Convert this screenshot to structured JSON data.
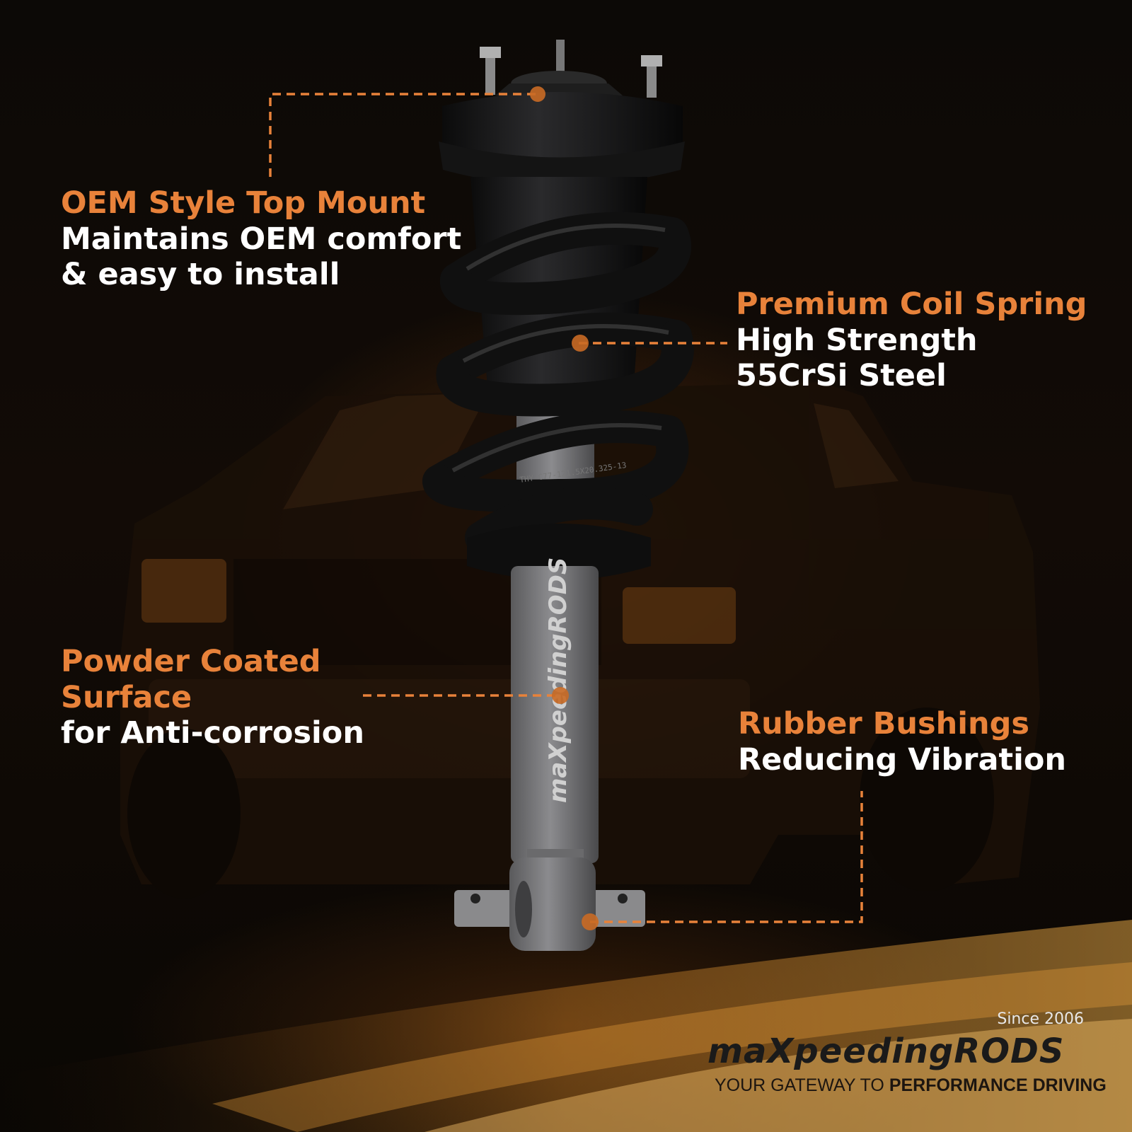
{
  "colors": {
    "accent": "#e8823a",
    "text": "#ffffff",
    "background": "#070503"
  },
  "callouts": {
    "top_mount": {
      "title": "OEM Style Top Mount",
      "line1": "Maintains OEM comfort",
      "line2": "& easy to install"
    },
    "coil_spring": {
      "title": "Premium Coil Spring",
      "line1": "High Strength",
      "line2": "55CrSi Steel"
    },
    "powder_coat": {
      "title1": "Powder Coated",
      "title2": "Surface",
      "line1": "for Anti-corrosion"
    },
    "bushings": {
      "title": "Rubber Bushings",
      "line1": "Reducing Vibration"
    }
  },
  "product": {
    "shock_logo": "maXpeedingRODS",
    "spring_marking": "THY-C77-121.5X20.325-13"
  },
  "brand": {
    "since": "Since 2006",
    "logo": "maXpeedingRODS",
    "tagline_prefix": "YOUR GATEWAY TO",
    "tagline_bold": "PERFORMANCE DRIVING"
  }
}
